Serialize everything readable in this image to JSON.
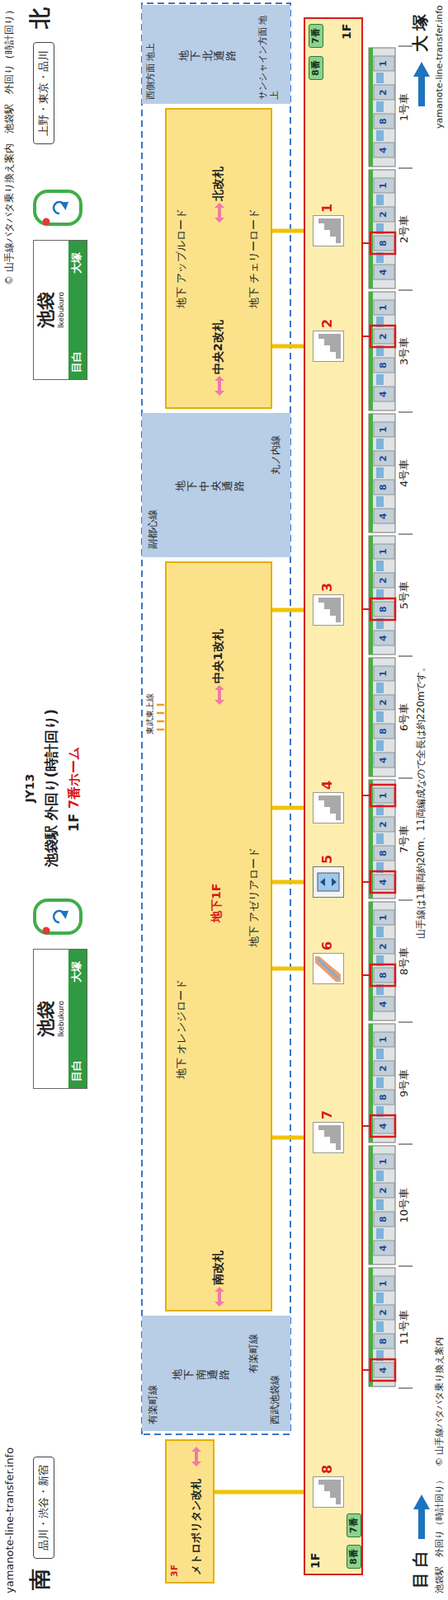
{
  "diagram": {
    "title": "池袋駅 外回り(時計回り)",
    "caption": "山手線は1車両約20m、11両編成なので全長は約220mです。",
    "nodes": [
      {
        "text": [
          "品川・渋谷・新宿"
        ]
      },
      {
        "text": [
          "池袋",
          "Ikebukuro",
          "目白",
          "大塚"
        ]
      },
      {
        "text": [
          "池袋",
          "Ikebukuro",
          "目白",
          "大塚"
        ]
      },
      {
        "text": [
          "上野・東京・品川"
        ]
      },
      {
        "text": [
          "3F",
          "メトロポリタン改札"
        ]
      },
      {
        "text": [
          "有楽町線",
          "地下 南通路",
          "有楽町線",
          "西武池袋線"
        ]
      },
      {
        "text": [
          "南改札",
          "地下 オレンジロード",
          "地下1F",
          "中央1改札",
          "地下 アゼリアロード"
        ]
      },
      {
        "text": [
          "副都心線",
          "地下 中央通路",
          "丸ノ内線"
        ]
      },
      {
        "text": [
          "中央2改札",
          "北改札",
          "地下 アップルロード",
          "地下 チェリーロード"
        ]
      },
      {
        "text": [
          "西側方面 地上",
          "地下 北通路",
          "サンシャイン方面 地上"
        ]
      },
      {
        "text": [
          "1F"
        ]
      },
      {
        "text": [
          "8番"
        ],
        "in": 10
      },
      {
        "text": [
          "7番"
        ],
        "in": 10
      },
      {
        "text": [
          "1"
        ],
        "in": 10
      },
      {
        "text": [
          "2"
        ],
        "in": 10
      },
      {
        "text": [
          "3"
        ],
        "in": 10
      },
      {
        "text": [
          "4"
        ],
        "in": 10
      },
      {
        "text": [
          "5"
        ],
        "in": 10
      },
      {
        "text": [
          "6"
        ],
        "in": 10
      },
      {
        "text": [
          "7"
        ],
        "in": 10
      },
      {
        "text": [
          "8"
        ],
        "in": 10
      },
      {
        "text": [
          "8番"
        ],
        "in": 10
      },
      {
        "text": [
          "7番"
        ],
        "in": 10
      }
    ],
    "edges": [
      {
        "from": 13,
        "to": 8,
        "arrow": "none"
      },
      {
        "from": 14,
        "to": 8,
        "arrow": "none"
      },
      {
        "from": 15,
        "to": 6,
        "arrow": "none"
      },
      {
        "from": 16,
        "to": 6,
        "arrow": "none"
      },
      {
        "from": 17,
        "to": 6,
        "arrow": "none"
      },
      {
        "from": 18,
        "to": 6,
        "arrow": "none"
      },
      {
        "from": 19,
        "to": 6,
        "arrow": "none"
      },
      {
        "from": 20,
        "to": 4,
        "arrow": "none"
      }
    ],
    "labels": [
      "yamanote-line-transfer.info",
      "© 山手線パタパタ乗り換え案内　池袋駅　外回り（時計回り）",
      "南",
      "北",
      "JY13",
      "1F",
      "7番ホーム",
      "東武東上線",
      "1F",
      "目白",
      "大塚",
      "池袋駅　外回り（時計回り）　© 山手線パタパタ乗り換え案内",
      "yamanote-line-transfer.info",
      "1号車",
      "2号車",
      "3号車",
      "4号車",
      "5号車",
      "6号車",
      "7号車",
      "8号車",
      "9号車",
      "10号車",
      "11号車",
      "4",
      "8",
      "2",
      "1",
      "4",
      "8",
      "2",
      "1",
      "4",
      "8",
      "2",
      "1",
      "4",
      "8",
      "2",
      "1",
      "4",
      "8",
      "2",
      "1",
      "4",
      "8",
      "2",
      "1",
      "4",
      "8",
      "2",
      "1",
      "4",
      "8",
      "2",
      "1",
      "4",
      "8",
      "2",
      "1",
      "4",
      "8",
      "2",
      "1",
      "4",
      "8",
      "2",
      "1"
    ]
  }
}
